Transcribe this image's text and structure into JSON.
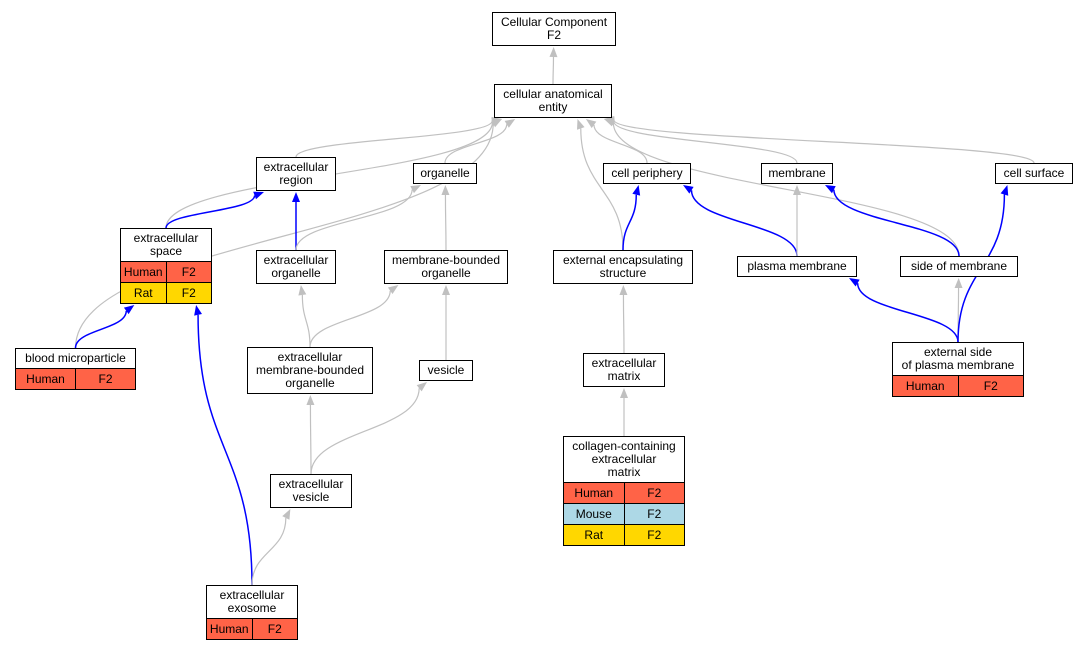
{
  "colors": {
    "gray_edge": "#c0c0c0",
    "blue_edge": "#0000ff",
    "Human": "#ff6347",
    "Mouse": "#add8e6",
    "Rat": "#ffd700"
  },
  "nodes": [
    {
      "id": "cc",
      "name": "node-cellular-component",
      "label": "Cellular Component\nF2",
      "rows": []
    },
    {
      "id": "cae",
      "name": "node-cellular-anatomical-entity",
      "label": "cellular anatomical\nentity",
      "rows": []
    },
    {
      "id": "er",
      "name": "node-extracellular-region",
      "label": "extracellular\nregion",
      "rows": []
    },
    {
      "id": "org",
      "name": "node-organelle",
      "label": "organelle",
      "rows": []
    },
    {
      "id": "cp",
      "name": "node-cell-periphery",
      "label": "cell periphery",
      "rows": []
    },
    {
      "id": "mem",
      "name": "node-membrane",
      "label": "membrane",
      "rows": []
    },
    {
      "id": "cs",
      "name": "node-cell-surface",
      "label": "cell surface",
      "rows": []
    },
    {
      "id": "es",
      "name": "node-extracellular-space",
      "label": "extracellular\nspace",
      "rows": [
        {
          "org": "Human",
          "val": "F2"
        },
        {
          "org": "Rat",
          "val": "F2"
        }
      ]
    },
    {
      "id": "eo",
      "name": "node-extracellular-organelle",
      "label": "extracellular\norganelle",
      "rows": []
    },
    {
      "id": "mbo",
      "name": "node-membrane-bounded-organelle",
      "label": "membrane-bounded\norganelle",
      "rows": []
    },
    {
      "id": "ees",
      "name": "node-external-encapsulating-structure",
      "label": "external encapsulating\nstructure",
      "rows": []
    },
    {
      "id": "pm",
      "name": "node-plasma-membrane",
      "label": "plasma membrane",
      "rows": []
    },
    {
      "id": "som",
      "name": "node-side-of-membrane",
      "label": "side of membrane",
      "rows": []
    },
    {
      "id": "bmp",
      "name": "node-blood-microparticle",
      "label": "blood microparticle",
      "rows": [
        {
          "org": "Human",
          "val": "F2"
        }
      ]
    },
    {
      "id": "embo",
      "name": "node-extracellular-membrane-bounded-organelle",
      "label": "extracellular\nmembrane-bounded\norganelle",
      "rows": []
    },
    {
      "id": "ves",
      "name": "node-vesicle",
      "label": "vesicle",
      "rows": []
    },
    {
      "id": "em",
      "name": "node-extracellular-matrix",
      "label": "extracellular\nmatrix",
      "rows": []
    },
    {
      "id": "esopm",
      "name": "node-external-side-of-plasma-membrane",
      "label": "external side\nof plasma membrane",
      "rows": [
        {
          "org": "Human",
          "val": "F2"
        }
      ]
    },
    {
      "id": "ccem",
      "name": "node-collagen-containing-extracellular-matrix",
      "label": "collagen-containing\nextracellular\nmatrix",
      "rows": [
        {
          "org": "Human",
          "val": "F2"
        },
        {
          "org": "Mouse",
          "val": "F2"
        },
        {
          "org": "Rat",
          "val": "F2"
        }
      ]
    },
    {
      "id": "ev",
      "name": "node-extracellular-vesicle",
      "label": "extracellular\nvesicle",
      "rows": []
    },
    {
      "id": "exo",
      "name": "node-extracellular-exosome",
      "label": "extracellular\nexosome",
      "rows": [
        {
          "org": "Human",
          "val": "F2"
        }
      ]
    }
  ],
  "edges": [
    {
      "from": "cae",
      "to": "cc",
      "kind": "gray"
    },
    {
      "from": "er",
      "to": "cae",
      "kind": "gray"
    },
    {
      "from": "org",
      "to": "cae",
      "kind": "gray"
    },
    {
      "from": "cp",
      "to": "cae",
      "kind": "gray"
    },
    {
      "from": "mem",
      "to": "cae",
      "kind": "gray"
    },
    {
      "from": "cs",
      "to": "cae",
      "kind": "gray"
    },
    {
      "from": "es",
      "to": "cae",
      "kind": "gray"
    },
    {
      "from": "bmp",
      "to": "cae",
      "kind": "gray"
    },
    {
      "from": "ees",
      "to": "cae",
      "kind": "gray"
    },
    {
      "from": "som",
      "to": "cae",
      "kind": "gray"
    },
    {
      "from": "es",
      "to": "er",
      "kind": "blue"
    },
    {
      "from": "eo",
      "to": "er",
      "kind": "blue"
    },
    {
      "from": "eo",
      "to": "org",
      "kind": "gray"
    },
    {
      "from": "mbo",
      "to": "org",
      "kind": "gray"
    },
    {
      "from": "ees",
      "to": "cp",
      "kind": "blue"
    },
    {
      "from": "pm",
      "to": "cp",
      "kind": "blue"
    },
    {
      "from": "pm",
      "to": "mem",
      "kind": "gray"
    },
    {
      "from": "som",
      "to": "mem",
      "kind": "blue"
    },
    {
      "from": "esopm",
      "to": "pm",
      "kind": "blue"
    },
    {
      "from": "esopm",
      "to": "som",
      "kind": "gray"
    },
    {
      "from": "esopm",
      "to": "cs",
      "kind": "blue"
    },
    {
      "from": "bmp",
      "to": "es",
      "kind": "blue"
    },
    {
      "from": "exo",
      "to": "es",
      "kind": "blue"
    },
    {
      "from": "embo",
      "to": "eo",
      "kind": "gray"
    },
    {
      "from": "embo",
      "to": "mbo",
      "kind": "gray"
    },
    {
      "from": "ves",
      "to": "mbo",
      "kind": "gray"
    },
    {
      "from": "em",
      "to": "ees",
      "kind": "gray"
    },
    {
      "from": "ccem",
      "to": "em",
      "kind": "gray"
    },
    {
      "from": "ev",
      "to": "embo",
      "kind": "gray"
    },
    {
      "from": "ev",
      "to": "ves",
      "kind": "gray"
    },
    {
      "from": "exo",
      "to": "ev",
      "kind": "gray"
    }
  ]
}
